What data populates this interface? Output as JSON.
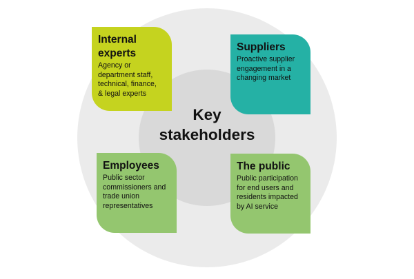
{
  "center": {
    "title_line1": "Key",
    "title_line2": "stakeholders"
  },
  "cards": {
    "internal": {
      "title_line1": "Internal",
      "title_line2": "experts",
      "desc_lines": [
        "Agency or",
        "department staff,",
        "technical, finance,",
        "& legal experts"
      ],
      "color": "#c5d31f"
    },
    "suppliers": {
      "title_line1": "Suppliers",
      "desc_lines": [
        "Proactive supplier",
        "engagement in a",
        "changing market"
      ],
      "color": "#25b1a5"
    },
    "employees": {
      "title_line1": "Employees",
      "desc_lines": [
        "Public sector",
        "commissioners and",
        "trade union",
        "representatives"
      ],
      "color": "#94c66f"
    },
    "public": {
      "title_line1": "The public",
      "desc_lines": [
        "Public participation",
        "for end users and",
        "residents impacted",
        "by AI service"
      ],
      "color": "#94c66f"
    }
  },
  "colors": {
    "outer_ring": "#ebebeb",
    "inner_circle": "#d9d9d9"
  }
}
